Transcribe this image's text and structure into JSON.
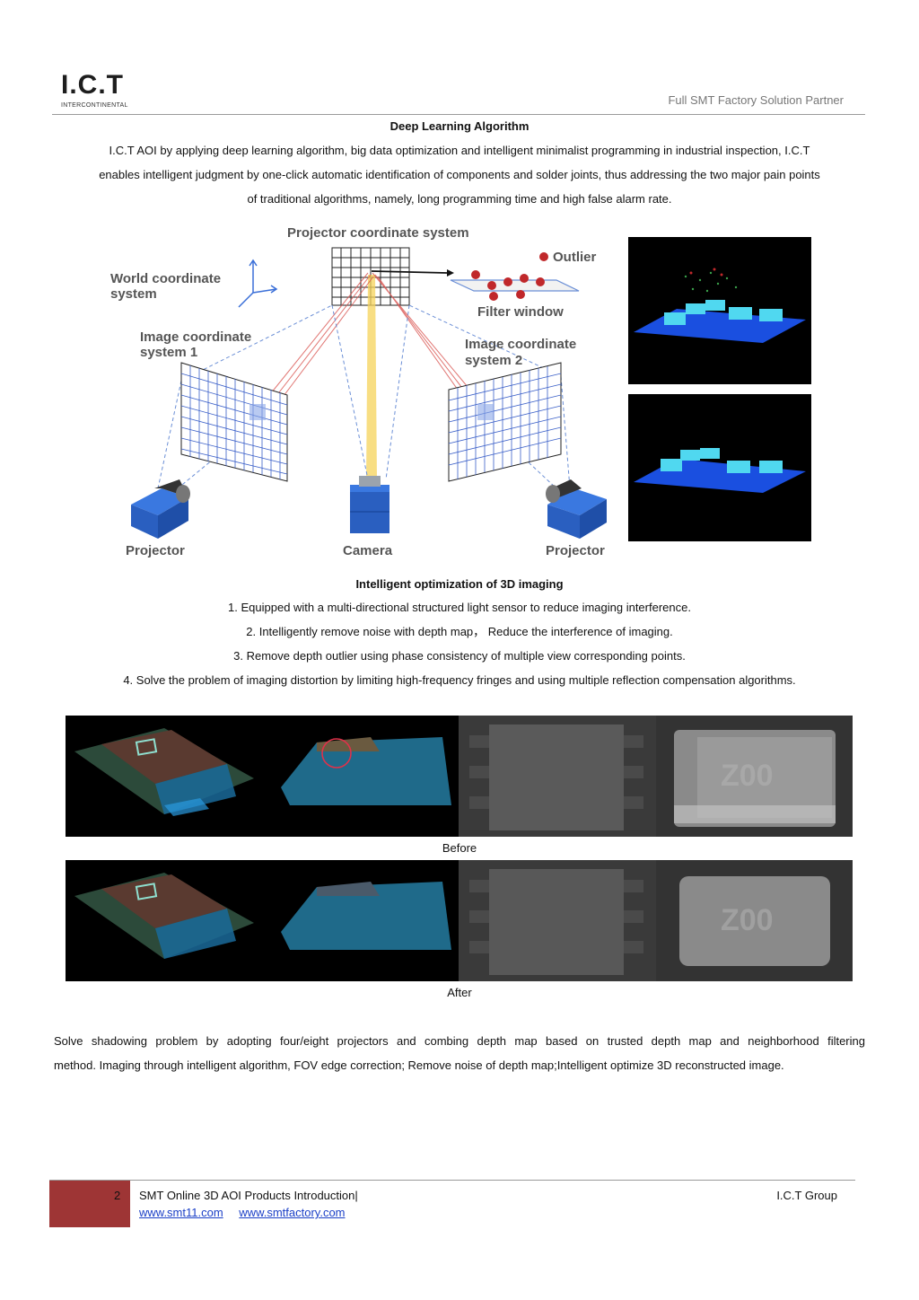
{
  "header": {
    "logo_text": "I.C.T",
    "logo_subtext": "INTERCONTINENTAL",
    "tagline": "Full SMT Factory Solution Partner"
  },
  "section1": {
    "title": "Deep Learning Algorithm",
    "lines": [
      "I.C.T AOI by applying deep learning algorithm, big data optimization and intelligent minimalist programming in industrial inspection, I.C.T",
      "enables intelligent judgment by one-click automatic identification of components and solder joints, thus addressing the two major pain points",
      "of traditional algorithms, namely, long programming time and high false alarm rate."
    ]
  },
  "diagram": {
    "projector_system": "Projector coordinate system",
    "outlier": "Outlier",
    "world_system_1": "World coordinate",
    "world_system_2": "system",
    "filter_window": "Filter window",
    "image_system_1a": "Image coordinate",
    "image_system_1b": "system 1",
    "image_system_2a": "Image coordinate",
    "image_system_2b": "system 2",
    "label_left": "Projector",
    "label_center": "Camera",
    "label_right": "Projector"
  },
  "section2": {
    "title": "Intelligent optimization of 3D imaging",
    "items": [
      "1. Equipped with a multi-directional structured light sensor to reduce imaging interference.",
      "2. Intelligently remove noise with depth map， Reduce the interference of imaging.",
      "3. Remove depth outlier using phase consistency of multiple view corresponding points.",
      "4. Solve the problem of imaging distortion by limiting high-frequency fringes and using multiple reflection compensation algorithms."
    ]
  },
  "captions": {
    "before": "Before",
    "after": "After"
  },
  "images": {
    "chip_marking": "Z00"
  },
  "section3": {
    "lines": [
      "Solve shadowing problem by adopting four/eight projectors and combing depth map based on trusted depth map and neighborhood filtering",
      "method. Imaging through intelligent algorithm, FOV edge correction; Remove noise of depth map;Intelligent optimize 3D reconstructed image."
    ]
  },
  "footer": {
    "page_number": "2",
    "title": "SMT Online 3D AOI Products Introduction|",
    "group": "I.C.T Group",
    "link1": "www.smt11.com",
    "link2": "www.smtfactory.com"
  },
  "colors": {
    "accent": "#9e3535",
    "link": "#1a3fc7",
    "logo_red": "#c8282b"
  }
}
